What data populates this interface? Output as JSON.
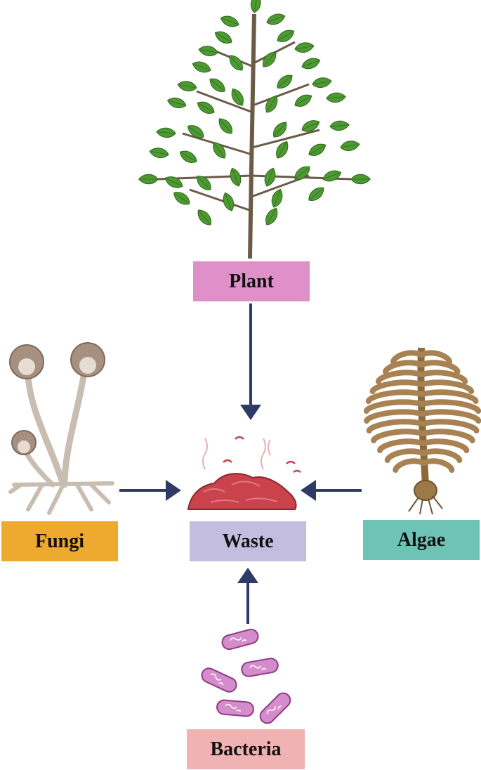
{
  "diagram": {
    "nodes": {
      "plant": {
        "label": "Plant",
        "color": "#e090c8"
      },
      "fungi": {
        "label": "Fungi",
        "color": "#eeaa2e"
      },
      "waste": {
        "label": "Waste",
        "color": "#c3bde0"
      },
      "algae": {
        "label": "Algae",
        "color": "#6ec3b6"
      },
      "bacteria": {
        "label": "Bacteria",
        "color": "#f0b2b2"
      }
    },
    "edges": [
      {
        "from": "plant",
        "to": "waste"
      },
      {
        "from": "fungi",
        "to": "waste"
      },
      {
        "from": "algae",
        "to": "waste"
      },
      {
        "from": "bacteria",
        "to": "waste"
      }
    ],
    "arrow_color": "#2e3b66",
    "illustrations": {
      "plant": "tree-illustration",
      "fungi": "mold-sporangia-illustration",
      "algae": "seaweed-illustration",
      "waste": "waste-pile-illustration",
      "bacteria": "bacteria-cells-illustration"
    }
  }
}
